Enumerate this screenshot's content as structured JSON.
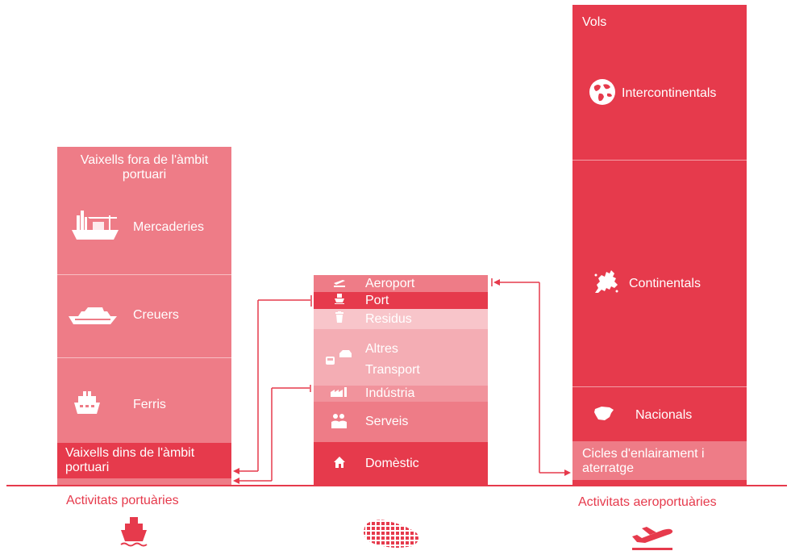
{
  "colors": {
    "port_outside": "#ee7c87",
    "port_inside": "#e63a4c",
    "dark": "#e63a4c",
    "mid": "#ee7c87",
    "light": "#f4adb4",
    "lighter": "#f8c5ca",
    "axis": "#e63a4c"
  },
  "left": {
    "header": "Vaixells fora de l'àmbit portuari",
    "items": [
      "Mercaderies",
      "Creuers",
      "Ferris"
    ],
    "inside_label": "Vaixells dins de l'àmbit portuari",
    "caption": "Activitats portuàries",
    "icons": [
      "cargo-ship-icon",
      "cruise-ship-icon",
      "ferry-icon",
      "ship-icon"
    ]
  },
  "middle": {
    "items": [
      "Aeroport",
      "Port",
      "Residus",
      "Altres Transport",
      "Indústria",
      "Serveis",
      "Domèstic"
    ],
    "icons": [
      "takeoff-icon",
      "ship-small-icon",
      "trash-icon",
      "bus-car-icon",
      "factory-icon",
      "people-icon",
      "house-icon",
      "city-map-icon"
    ]
  },
  "right": {
    "header": "Vols",
    "items": [
      "Intercontinentals",
      "Continentals",
      "Nacionals"
    ],
    "cycle_label": "Cicles d'enlairament i aterratge",
    "caption": "Activitats aeroportuàries",
    "icons": [
      "globe-icon",
      "europe-map-icon",
      "spain-map-icon",
      "airplane-takeoff-icon"
    ]
  }
}
